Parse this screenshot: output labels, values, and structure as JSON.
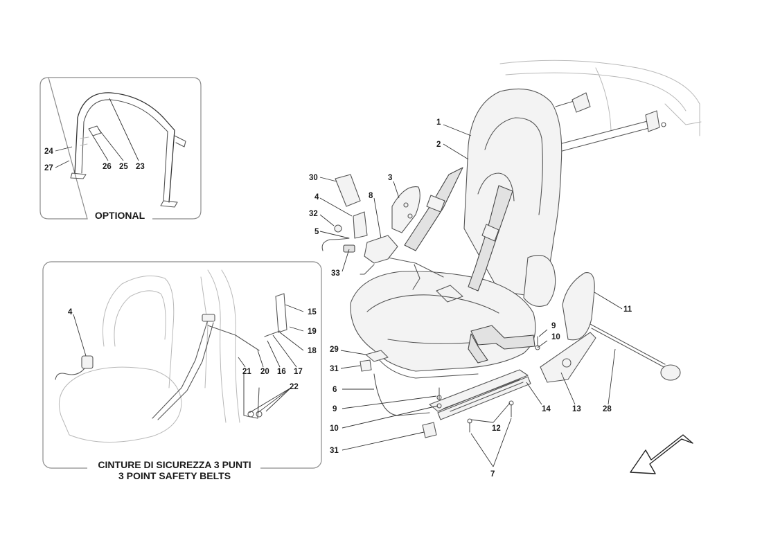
{
  "insets": {
    "optional": {
      "title": "OPTIONAL"
    },
    "belts": {
      "title_line1": "CINTURE DI SICUREZZA 3 PUNTI",
      "title_line2": "3 POINT SAFETY BELTS"
    }
  },
  "optional_callouts": [
    "24",
    "27",
    "26",
    "25",
    "23"
  ],
  "belts_callouts": [
    "4",
    "15",
    "19",
    "18",
    "17",
    "16",
    "20",
    "21",
    "22"
  ],
  "main_callouts": [
    "1",
    "2",
    "30",
    "3",
    "4",
    "8",
    "32",
    "5",
    "33",
    "11",
    "9",
    "10",
    "29",
    "31",
    "6",
    "9",
    "10",
    "31",
    "14",
    "13",
    "28",
    "12",
    "7"
  ],
  "orientation_arrow": "down-left"
}
